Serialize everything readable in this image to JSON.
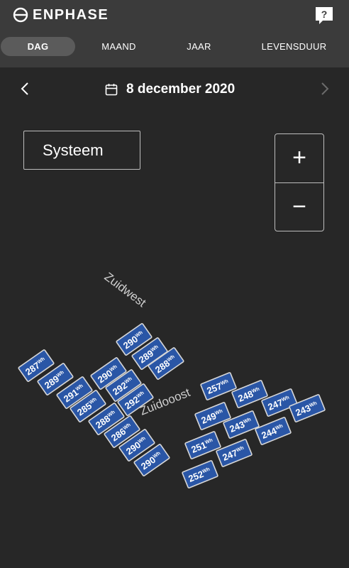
{
  "header": {
    "brand": "ENPHASE",
    "help_label": "?"
  },
  "tabs": [
    {
      "label": "DAG",
      "active": true
    },
    {
      "label": "MAAND",
      "active": false
    },
    {
      "label": "JAAR",
      "active": false
    },
    {
      "label": "LEVENSDUUR",
      "active": false
    }
  ],
  "date_nav": {
    "date": "8 december 2020",
    "next_enabled": false
  },
  "view": {
    "system_label": "Systeem",
    "zoom_in": "+",
    "zoom_out": "−"
  },
  "colors": {
    "panel_fill": "#2a56a6",
    "panel_border": "#d7d7d7",
    "background": "#272727",
    "topbar": "#3b3b3b"
  },
  "unit": "Wh",
  "arrays": [
    {
      "name": "Zuidwest",
      "panels": [
        "287",
        "289",
        "291",
        "285",
        "288",
        "286",
        "290",
        "290",
        "290",
        "290",
        "289",
        "292",
        "292",
        "288"
      ]
    },
    {
      "name": "Zuidooost",
      "panels": [
        "257",
        "248",
        "247",
        "243",
        "249",
        "243",
        "244",
        "251",
        "247",
        "252"
      ]
    }
  ]
}
